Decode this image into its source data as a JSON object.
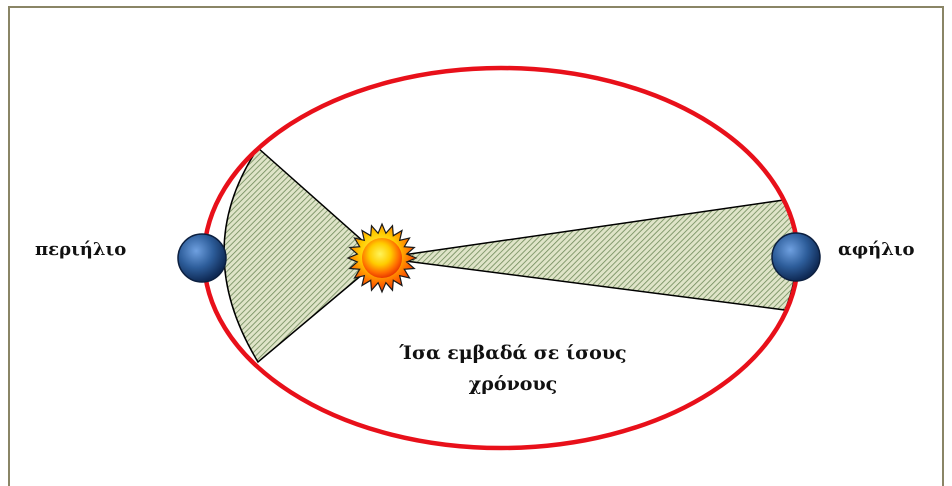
{
  "diagram": {
    "left_label": "περιήλιο",
    "right_label": "αφήλιο",
    "caption_line1": "Ίσα εμβαδά σε ίσους",
    "caption_line2": "χρόνους",
    "colors": {
      "orbit": "#e8101a",
      "frame": "#8a8566",
      "wedge_fill": "#c9d1ad",
      "wedge_hatch": "#6f8a5a",
      "planet": "#2d5d9a",
      "sun_outer": "#f04a00",
      "sun_inner": "#ffe000"
    },
    "icons": [
      "sun-icon",
      "planet-perihelion-icon",
      "planet-aphelion-icon"
    ]
  }
}
